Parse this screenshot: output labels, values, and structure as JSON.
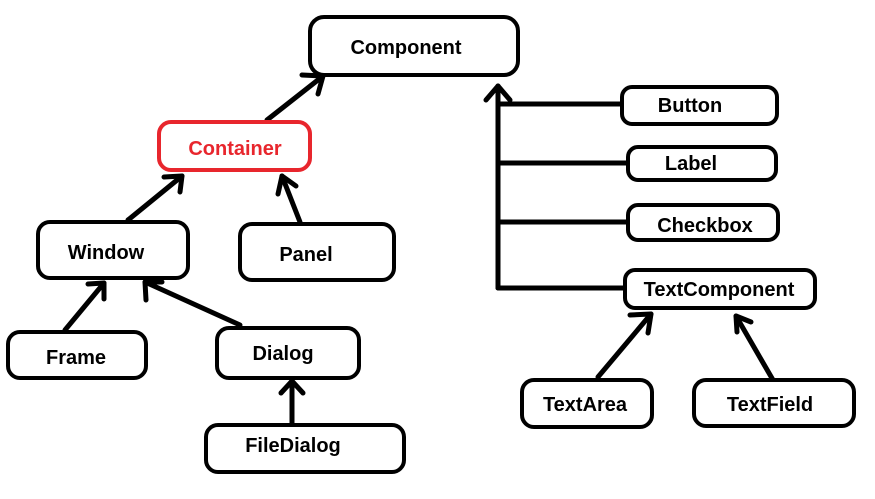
{
  "nodes": {
    "component": "Component",
    "container": "Container",
    "button": "Button",
    "label": "Label",
    "checkbox": "Checkbox",
    "textcomponent": "TextComponent",
    "window": "Window",
    "panel": "Panel",
    "frame": "Frame",
    "dialog": "Dialog",
    "filedialog": "FileDialog",
    "textarea": "TextArea",
    "textfield": "TextField"
  },
  "colors": {
    "stroke": "#000000",
    "highlight": "#e8262d",
    "background": "#ffffff"
  }
}
